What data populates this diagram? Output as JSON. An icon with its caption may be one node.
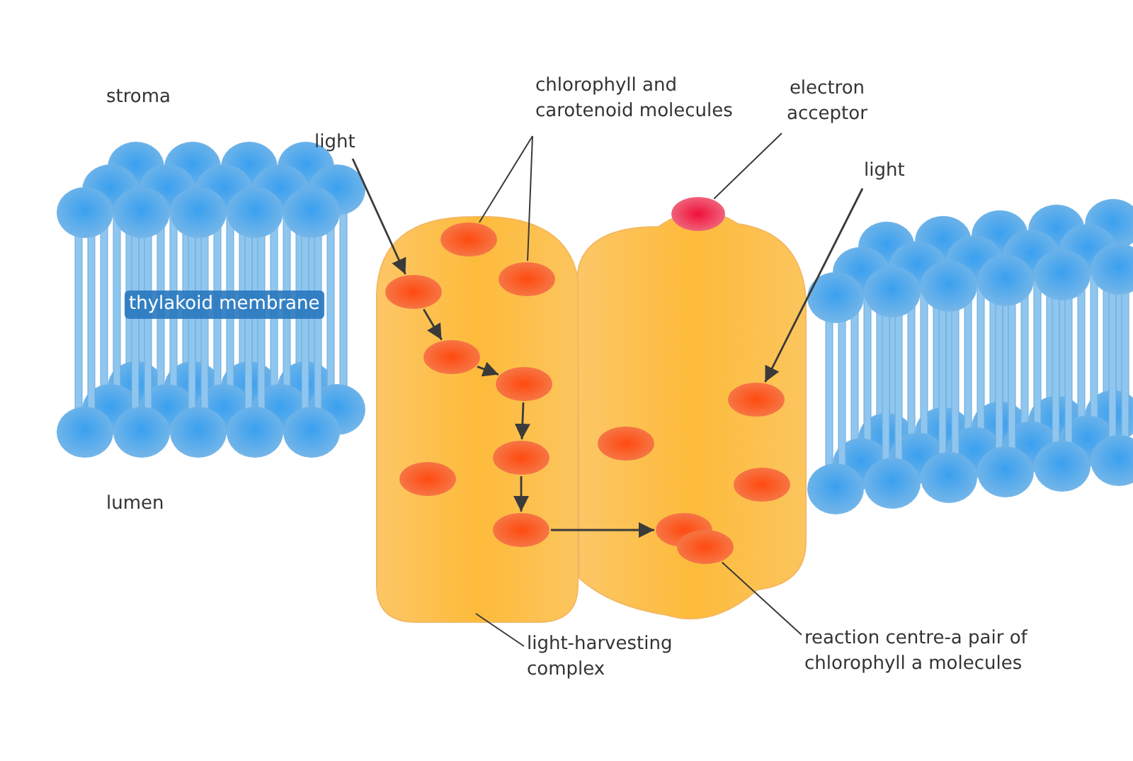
{
  "diagram": {
    "nodes": [
      {
        "text": [
          "light"
        ]
      },
      {
        "text": [
          "chlorophyll and carotenoid molecules"
        ]
      },
      {
        "text": [
          "electron acceptor"
        ]
      },
      {
        "text": [
          "light"
        ]
      },
      {
        "text": [
          "light-harvesting complex"
        ]
      },
      {
        "text": [
          "reaction centre-a pair of chlorophyll a molecules"
        ]
      },
      {
        "text": [],
        "shape": "blob"
      },
      {
        "text": [],
        "shape": "ellipse",
        "in": 6
      },
      {
        "text": [],
        "shape": "ellipse",
        "in": 6
      },
      {
        "text": [],
        "shape": "ellipse",
        "in": 6
      },
      {
        "text": [],
        "shape": "ellipse",
        "in": 6
      },
      {
        "text": [],
        "shape": "ellipse",
        "in": 6
      },
      {
        "text": [],
        "shape": "ellipse",
        "in": 6
      },
      {
        "text": [],
        "shape": "ellipse",
        "in": 6
      },
      {
        "text": [],
        "shape": "ellipse",
        "in": 6
      },
      {
        "text": [],
        "shape": "blob"
      },
      {
        "text": [],
        "shape": "ellipse",
        "in": 15
      },
      {
        "text": [],
        "shape": "ellipse",
        "in": 15
      },
      {
        "text": [],
        "shape": "ellipse",
        "in": 15
      },
      {
        "text": [],
        "shape": "ellipse",
        "in": 15
      },
      {
        "text": [],
        "shape": "ellipse",
        "in": 15
      },
      {
        "text": [],
        "shape": "ellipse",
        "in": 15
      }
    ],
    "edges": [
      {
        "from": 0,
        "to": 9,
        "arrow": "to"
      },
      {
        "from": 1,
        "to": 7,
        "arrow": "none"
      },
      {
        "from": 1,
        "to": 8,
        "arrow": "none"
      },
      {
        "from": 2,
        "to": 16,
        "arrow": "none"
      },
      {
        "from": 3,
        "to": 17,
        "arrow": "to"
      },
      {
        "from": 4,
        "to": 6,
        "arrow": "none"
      },
      {
        "from": 5,
        "to": 21,
        "arrow": "none"
      },
      {
        "from": 9,
        "to": 10,
        "arrow": "to"
      },
      {
        "from": 10,
        "to": 11,
        "arrow": "to"
      },
      {
        "from": 11,
        "to": 12,
        "arrow": "to"
      },
      {
        "from": 12,
        "to": 14,
        "arrow": "to"
      },
      {
        "from": 14,
        "to": 20,
        "arrow": "to"
      }
    ],
    "labels": [
      "stroma",
      "thylakoid membrane",
      "lumen"
    ]
  }
}
